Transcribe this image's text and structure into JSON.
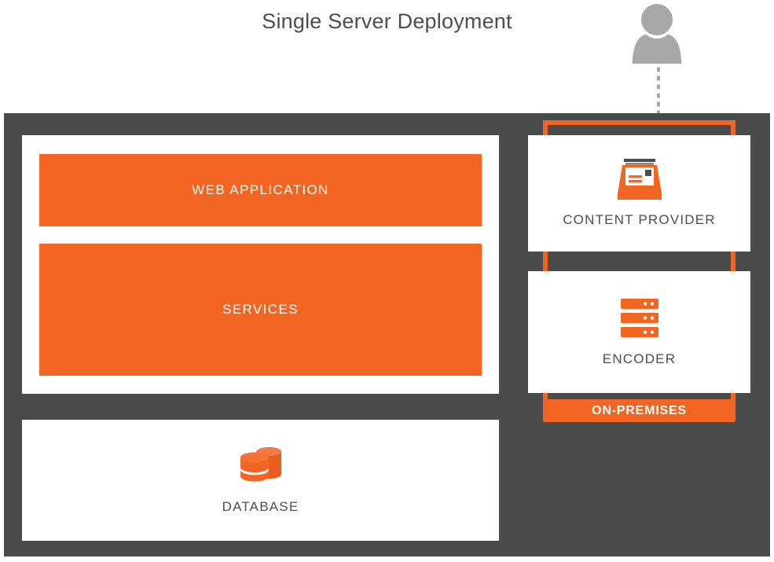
{
  "diagram": {
    "title": "Single Server Deployment",
    "colors": {
      "accent_orange": "#f26522",
      "panel_dark": "#4a4c4c",
      "card_white": "#ffffff",
      "label_gray": "#4d4d4d",
      "actor_gray": "#a8a8a8"
    },
    "actor": {
      "icon": "user-icon",
      "connector": "dashed-line"
    },
    "server_panel": {
      "blocks": [
        {
          "label": "WEB APPLICATION",
          "name": "web-application"
        },
        {
          "label": "SERVICES",
          "name": "services"
        }
      ]
    },
    "database": {
      "label": "DATABASE",
      "icon": "database-icon"
    },
    "on_premises": {
      "banner_label": "ON-PREMISES",
      "nodes": [
        {
          "label": "CONTENT PROVIDER",
          "icon": "content-provider-icon"
        },
        {
          "label": "ENCODER",
          "icon": "encoder-icon"
        }
      ]
    }
  }
}
